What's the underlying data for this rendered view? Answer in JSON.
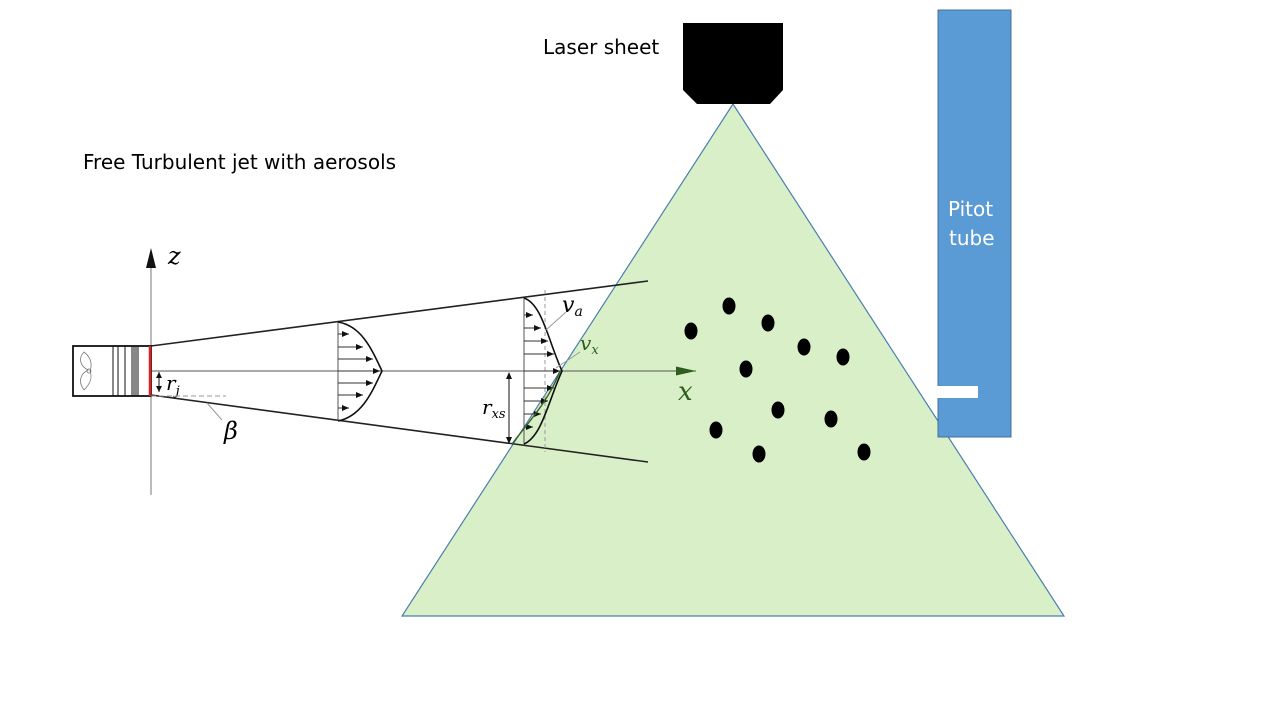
{
  "title": "Free Turbulent jet with aerosols",
  "laser_label": "Laser sheet",
  "pitot_label_line1": "Pitot",
  "pitot_label_line2": "tube",
  "symbols": {
    "z_axis": "z",
    "x_axis": "x",
    "r_j_main": "r",
    "r_j_sub": "j",
    "r_xs_main": "r",
    "r_xs_sub": "xs",
    "v_a_main": "v",
    "v_a_sub": "a",
    "v_x_main": "v",
    "v_x_sub": "x",
    "beta": "β"
  },
  "colors": {
    "laser_sheet_fill": "#d9efc8",
    "laser_sheet_stroke": "#4a7fae",
    "pitot_fill": "#5b9bd5",
    "pitot_stroke": "#41719c",
    "laser_source": "#000000",
    "nozzle_red": "#e02020",
    "aerosol": "#000000"
  },
  "icons": {
    "laser_source": "laser-source-icon",
    "nozzle": "jet-nozzle-icon",
    "aerosol": "aerosol-particle-icon"
  }
}
